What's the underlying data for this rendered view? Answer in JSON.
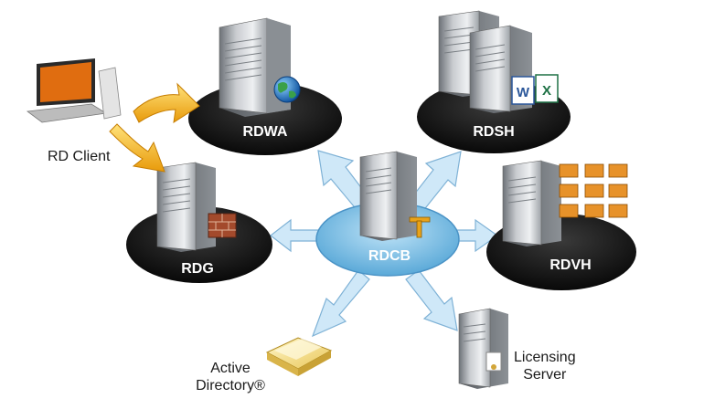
{
  "nodes": {
    "rdwa": "RDWA",
    "rdsh": "RDSH",
    "rdg": "RDG",
    "rdvh": "RDVH",
    "rdcb": "RDCB"
  },
  "client": {
    "label": "RD Client"
  },
  "active_directory": {
    "line1": "Active",
    "line2": "Directory®"
  },
  "licensing": {
    "line1": "Licensing",
    "line2": "Server"
  },
  "colors": {
    "platform": "#111111",
    "hub": "#8fc9ec",
    "arrow_blue": "#c9e6f8",
    "arrow_gold": "#f4b21a"
  }
}
